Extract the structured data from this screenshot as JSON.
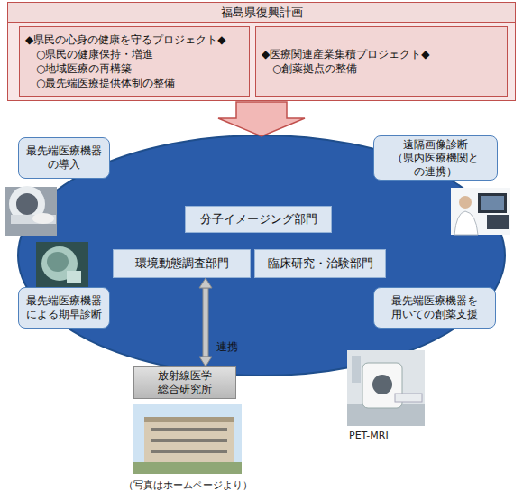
{
  "diagram": {
    "nodes": [
      {
        "text": [
          "福島県復興計画"
        ]
      },
      {
        "text": [
          "◆県民の心身の健康を守るプロジェクト◆",
          "○県民の健康保持・増進",
          "○地域医療の再構築",
          "○最先端医療提供体制の整備"
        ],
        "in": 0
      },
      {
        "text": [
          "◆医療関連産業集積プロジェクト◆",
          "○創薬拠点の整備"
        ],
        "in": 0
      },
      {
        "text": [
          "最先端医療機器 の導入"
        ]
      },
      {
        "text": [
          "遠隔画像診断 （県内医療機関と の連携）"
        ]
      },
      {
        "text": [
          "分子イメージング部門"
        ]
      },
      {
        "text": [
          "環境動態調査部門"
        ]
      },
      {
        "text": [
          "臨床研究・治験部門"
        ]
      },
      {
        "text": [
          "最先端医療機器 による期早診断"
        ]
      },
      {
        "text": [
          "最先端医療機器を 用いての創薬支援"
        ]
      },
      {
        "text": [
          "放射線医学 総合研究所"
        ]
      }
    ],
    "edges": [
      {
        "from": 6,
        "to": 10,
        "arrow": "both",
        "label": "連携"
      }
    ],
    "labels": [
      "PET-MRI",
      "（写真はホームページより）"
    ]
  }
}
